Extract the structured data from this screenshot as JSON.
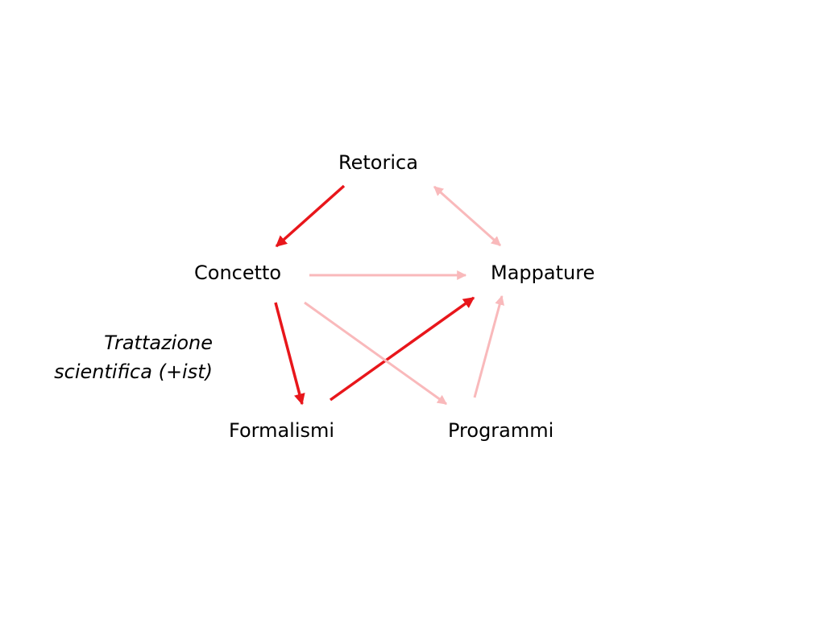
{
  "nodes": {
    "retorica": "Retorica",
    "concetto": "Concetto",
    "mappature": "Mappature",
    "formalismi": "Formalismi",
    "programmi": "Programmi"
  },
  "note": {
    "line1": "Trattazione",
    "line2": "scientifica (+ist)"
  },
  "colors": {
    "strong_arrow": "#e8161b",
    "faint_arrow": "#f9b9bb",
    "text": "#000000",
    "background": "#ffffff"
  },
  "edges": [
    {
      "from": "retorica",
      "to": "concetto",
      "style": "strong"
    },
    {
      "from": "concetto",
      "to": "formalismi",
      "style": "strong"
    },
    {
      "from": "formalismi",
      "to": "mappature",
      "style": "strong"
    },
    {
      "from": "concetto",
      "to": "mappature",
      "style": "faint"
    },
    {
      "from": "concetto",
      "to": "programmi",
      "style": "faint"
    },
    {
      "from": "programmi",
      "to": "mappature",
      "style": "faint"
    },
    {
      "from": "retorica",
      "to": "mappature",
      "style": "faint",
      "bidirectional": true
    }
  ]
}
